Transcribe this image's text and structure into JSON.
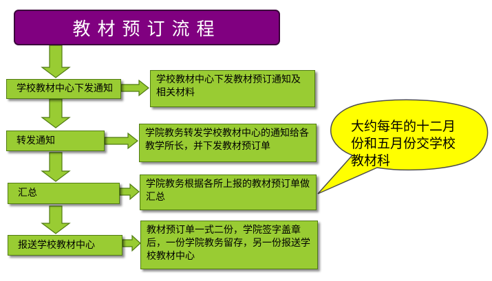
{
  "title": "教材预订流程",
  "steps": [
    {
      "label": "学校教材中心下发通知",
      "desc": "学校教材中心下发教材预订通知及相关材料"
    },
    {
      "label": "转发通知",
      "desc": "学院教务转发学校教材中心的通知给各教学所长，并下发教材预订单"
    },
    {
      "label": "汇总",
      "desc": "学院教务根据各所上报的教材预订单做汇总"
    },
    {
      "label": "报送学校教材中心",
      "desc": "教材预订单一式二份，学院签字盖章后，一份学院教务留存，另一份报送学校教材中心"
    }
  ],
  "callout": "大约每年的十二月份和五月份交学校教材科",
  "colors": {
    "title_bg": "#800080",
    "box_fill": "#99cc33",
    "callout_fill": "#ffff00"
  }
}
